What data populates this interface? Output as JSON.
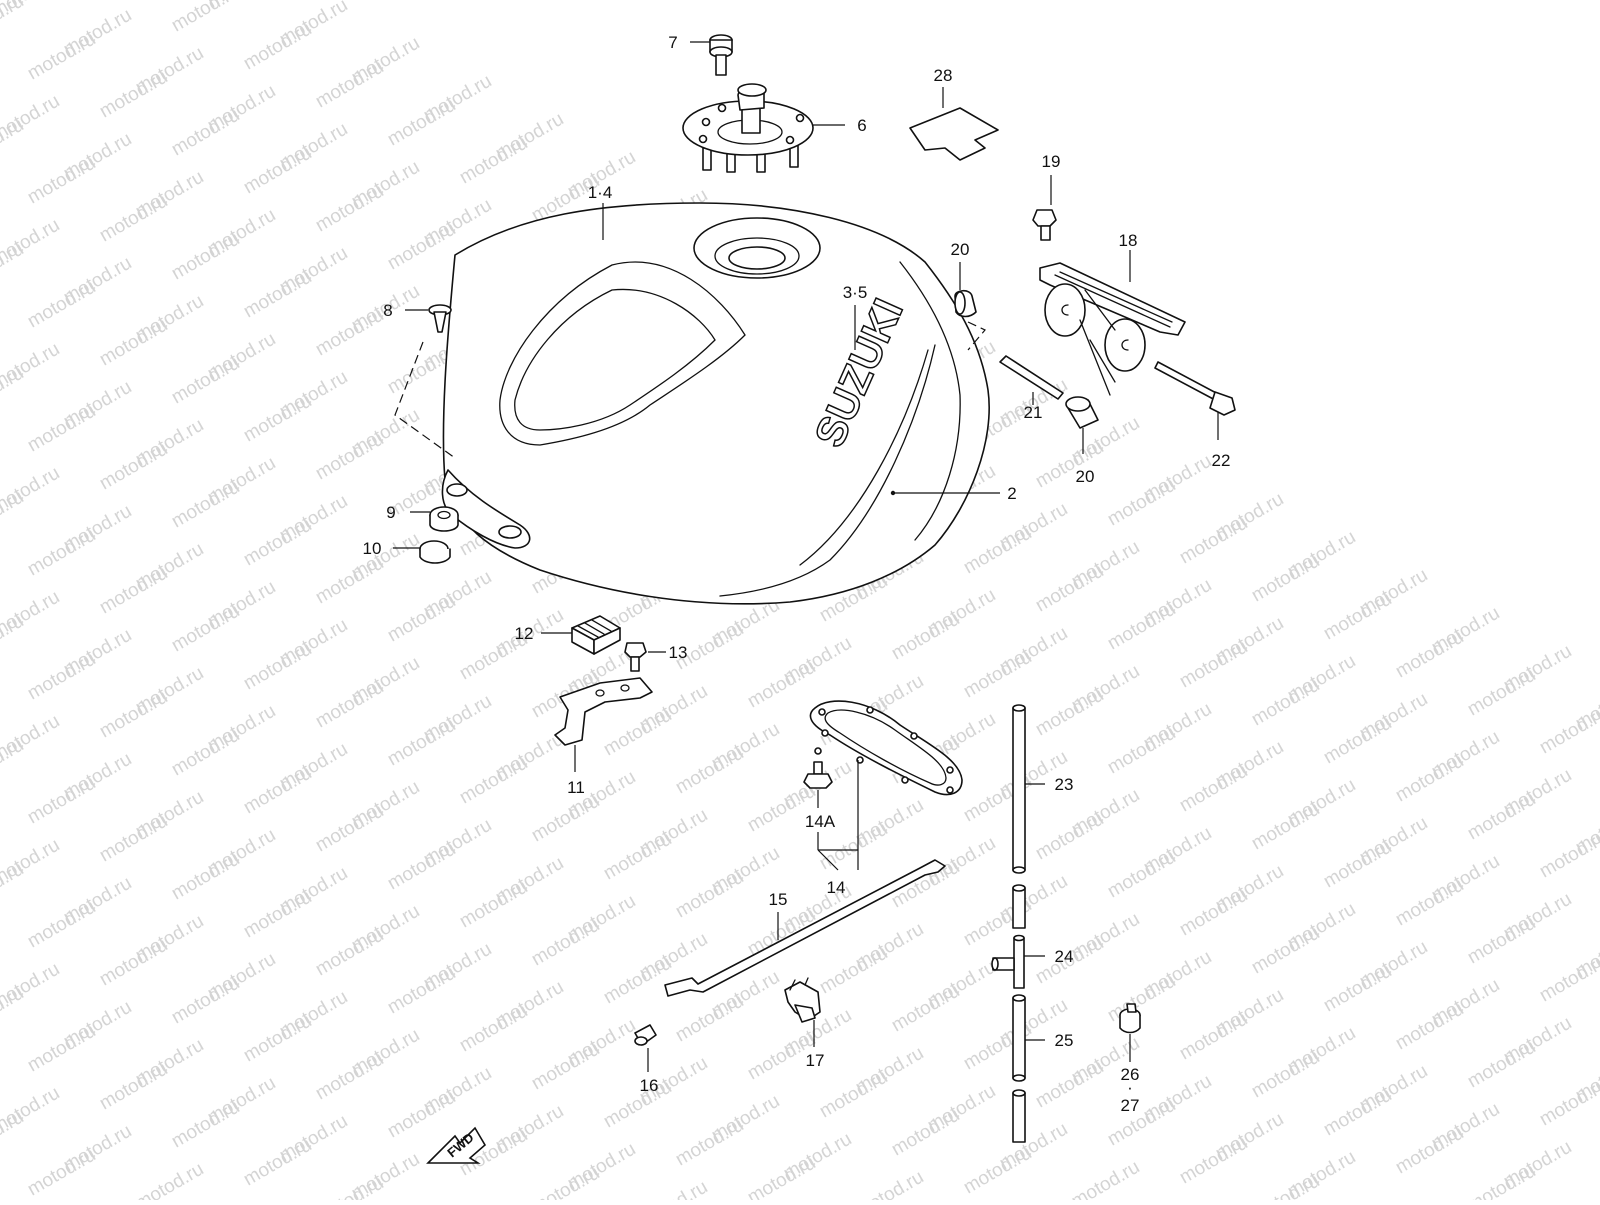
{
  "watermark": {
    "text": "motod.ru"
  },
  "tank": {
    "brand": "SUZUKI"
  },
  "fwd": {
    "text": "FWD"
  },
  "callouts": {
    "p1_4": "1·4",
    "p2": "2",
    "p3_5": "3·5",
    "p6": "6",
    "p7": "7",
    "p8": "8",
    "p9": "9",
    "p10": "10",
    "p11": "11",
    "p12": "12",
    "p13": "13",
    "p14": "14",
    "p14a": "14A",
    "p15": "15",
    "p16": "16",
    "p17": "17",
    "p18": "18",
    "p19": "19",
    "p20a": "20",
    "p20b": "20",
    "p21": "21",
    "p22": "22",
    "p23": "23",
    "p24": "24",
    "p25": "25",
    "p26": "26",
    "p26_sep": "·",
    "p27": "27",
    "p28": "28"
  }
}
